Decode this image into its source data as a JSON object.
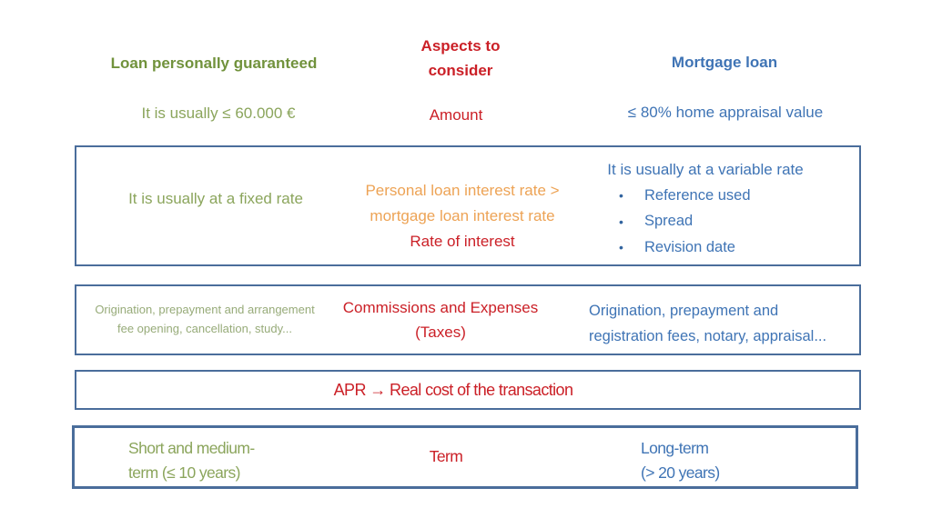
{
  "colors": {
    "green_header": "#71923C",
    "green_body": "#8BA55C",
    "green_muted": "#97AB79",
    "red": "#CB2027",
    "blue": "#3F74B5",
    "orange": "#EDA355",
    "bullet": "#32649F",
    "border": "#4A6D9B"
  },
  "header": {
    "left": "Loan personally guaranteed",
    "middle_line1": "Aspects to",
    "middle_line2": "consider",
    "right": "Mortgage loan"
  },
  "amount_row": {
    "left": "It is usually ≤ 60.000 €",
    "aspect": "Amount",
    "right": "≤ 80% home appraisal value"
  },
  "interest_row": {
    "left": "It is usually at a fixed rate",
    "comparison_line1": "Personal loan interest rate >",
    "comparison_line2": "mortgage loan interest rate",
    "aspect": "Rate of interest",
    "right_intro": "It is usually at a variable rate",
    "bullet_icon": "•",
    "bullets": [
      "Reference used",
      "Spread",
      "Revision date"
    ]
  },
  "fees_row": {
    "left_line1": "Origination, prepayment and arrangement",
    "left_line2": "fee opening, cancellation, study...",
    "aspect_line1": "Commissions and Expenses",
    "aspect_line2": "(Taxes)",
    "right_line1": "Origination, prepayment and",
    "right_line2": "registration fees, notary, appraisal..."
  },
  "apr_row": {
    "text": "APR → Real cost of the transaction"
  },
  "term_row": {
    "left_line1": "Short and medium-",
    "left_line2": "term (≤ 10 years)",
    "aspect": "Term",
    "right_line1": "Long-term",
    "right_line2": "(> 20 years)"
  }
}
